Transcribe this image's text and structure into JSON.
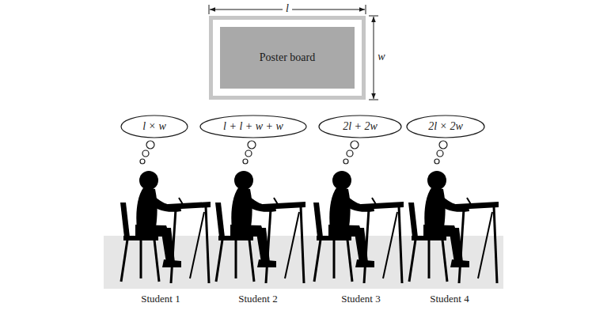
{
  "diagram": {
    "nodes": [
      {
        "text": [
          "Poster board"
        ]
      },
      {
        "text": [
          "l × w"
        ]
      },
      {
        "text": [
          "l + l + w + w"
        ]
      },
      {
        "text": [
          "2l + 2w"
        ]
      },
      {
        "text": [
          "2l × 2w"
        ]
      }
    ],
    "labels": [
      "l",
      "w",
      "Student 1",
      "Student 2",
      "Student 3",
      "Student 4"
    ]
  }
}
